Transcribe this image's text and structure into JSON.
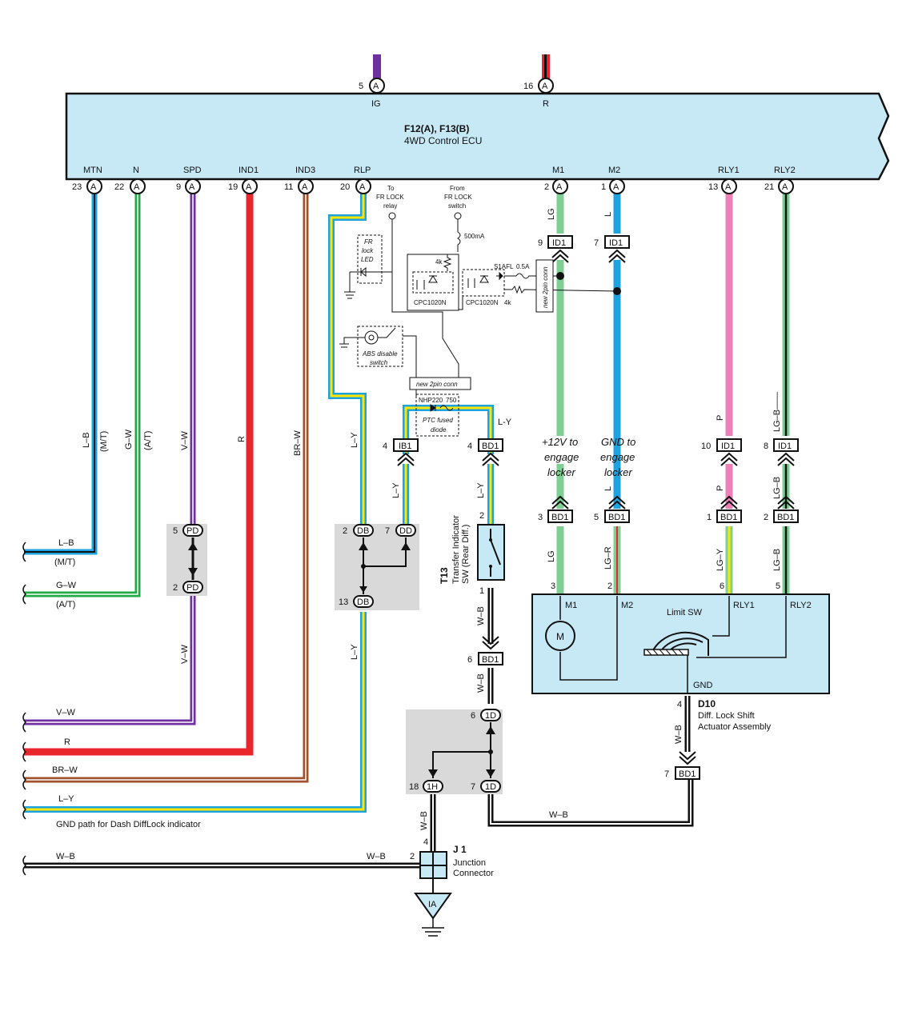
{
  "ecu": {
    "title": "F12(A), F13(B)",
    "subtitle": "4WD Control ECU",
    "top_pins": [
      {
        "num": "5",
        "conn": "A",
        "name": "IG",
        "color": "#7030a0"
      },
      {
        "num": "16",
        "conn": "A",
        "name": "R",
        "color": "#e02020"
      }
    ],
    "bottom_pins": [
      {
        "num": "23",
        "conn": "A",
        "name": "MTN"
      },
      {
        "num": "22",
        "conn": "A",
        "name": "N"
      },
      {
        "num": "9",
        "conn": "A",
        "name": "SPD"
      },
      {
        "num": "19",
        "conn": "A",
        "name": "IND1"
      },
      {
        "num": "11",
        "conn": "A",
        "name": "IND3"
      },
      {
        "num": "20",
        "conn": "A",
        "name": "RLP"
      },
      {
        "num": "2",
        "conn": "A",
        "name": "M1"
      },
      {
        "num": "1",
        "conn": "A",
        "name": "M2"
      },
      {
        "num": "13",
        "conn": "A",
        "name": "RLY1"
      },
      {
        "num": "21",
        "conn": "A",
        "name": "RLY2"
      }
    ]
  },
  "wire_labels": {
    "mtn": "L–B",
    "mtn_sub": "(M/T)",
    "n": "G–W",
    "n_sub": "(A/T)",
    "spd": "V–W",
    "ind1": "R",
    "ind3": "BR–W",
    "rlp": "L–Y",
    "m1": "LG",
    "m2": "L",
    "rly1": "P",
    "rly2": "LG–B",
    "wb": "W–B",
    "ly": "L-Y",
    "m2_low": "LG–R",
    "rly1_low": "LG–Y",
    "rly2_top": "LG–B——"
  },
  "left_labels": [
    {
      "text": "L–B",
      "sub": "(M/T)"
    },
    {
      "text": "G–W",
      "sub": "(A/T)"
    },
    {
      "text": "V–W",
      "sub": ""
    },
    {
      "text": "R",
      "sub": ""
    },
    {
      "text": "BR–W",
      "sub": ""
    },
    {
      "text": "L–Y",
      "sub": ""
    },
    {
      "text": "W–B",
      "sub": ""
    }
  ],
  "gnd_note": "GND path for Dash DiffLock indicator",
  "mod": {
    "to_relay": [
      "To",
      "FR LOCK",
      "relay"
    ],
    "from_switch": [
      "From",
      "FR LOCK",
      "switch"
    ],
    "fuse": "500mA",
    "res4k": "4k",
    "relay1": "CPC1020N",
    "relay2": "CPC1020N",
    "diode": "S1AFL",
    "fuse2": "0.5A",
    "res4k_2": "4k",
    "led_box": [
      "FR",
      "lock",
      "LED"
    ],
    "abs_box": [
      "ABS disable",
      "switch"
    ],
    "new_conn_v": "new 2pin conn",
    "new_conn_h": "new 2pin conn",
    "nhp": "NHP220",
    "r750": "750",
    "ptc": [
      "PTC fused",
      "diode"
    ]
  },
  "notes": {
    "plus12": [
      "+12V to",
      "engage",
      "locker"
    ],
    "gnd_engage": [
      "GND to",
      "engage",
      "locker"
    ]
  },
  "connectors": {
    "id1_9": {
      "num": "9",
      "label": "ID1"
    },
    "id1_7": {
      "num": "7",
      "label": "ID1"
    },
    "id1_10": {
      "num": "10",
      "label": "ID1"
    },
    "id1_8": {
      "num": "8",
      "label": "ID1"
    },
    "ib1_4": {
      "num": "4",
      "label": "IB1"
    },
    "bd1_4": {
      "num": "4",
      "label": "BD1"
    },
    "bd1_3": {
      "num": "3",
      "label": "BD1"
    },
    "bd1_5": {
      "num": "5",
      "label": "BD1"
    },
    "bd1_1": {
      "num": "1",
      "label": "BD1"
    },
    "bd1_2": {
      "num": "2",
      "label": "BD1"
    },
    "bd1_6": {
      "num": "6",
      "label": "BD1"
    },
    "bd1_7": {
      "num": "7",
      "label": "BD1"
    },
    "pd_5": {
      "num": "5",
      "label": "PD"
    },
    "pd_2": {
      "num": "2",
      "label": "PD"
    },
    "db_2": {
      "num": "2",
      "label": "DB"
    },
    "dd_7": {
      "num": "7",
      "label": "DD"
    },
    "db_13": {
      "num": "13",
      "label": "DB"
    },
    "d1_6": {
      "num": "6",
      "label": "1D"
    },
    "h1_18": {
      "num": "18",
      "label": "1H"
    },
    "d1_7": {
      "num": "7",
      "label": "1D"
    }
  },
  "transfer_sw": {
    "id": "T13",
    "name": [
      "Transfer Indicator",
      "SW (Rear Diff.)"
    ],
    "pin_top": "2",
    "pin_bottom": "1"
  },
  "actuator": {
    "id": "D10",
    "name": [
      "Diff.  Lock Shift",
      "Actuator Assembly"
    ],
    "pins": [
      {
        "num": "3",
        "name": "M1"
      },
      {
        "num": "2",
        "name": "M2"
      },
      {
        "num": "6",
        "name": "RLY1"
      },
      {
        "num": "5",
        "name": "RLY2"
      }
    ],
    "limit_sw": "Limit SW",
    "motor": "M",
    "gnd": "GND",
    "gnd_pin": "4"
  },
  "junction": {
    "id": "J 1",
    "name": [
      "Junction",
      "Connector"
    ],
    "pin_left": "2",
    "pin_top": "4",
    "ground": "IA"
  },
  "colors": {
    "ecu_fill": "#c7e8f5",
    "blue": "#1ca3e0",
    "black": "#111111",
    "green": "#22aa44",
    "purple": "#7030a0",
    "red": "#e8262b",
    "brown": "#a0522d",
    "yellow": "#ffe600",
    "lightgreen": "#7fcf95",
    "pink": "#ee80b8",
    "darkgreen": "#1e8a3c",
    "gray_box": "#d9d9d9"
  }
}
